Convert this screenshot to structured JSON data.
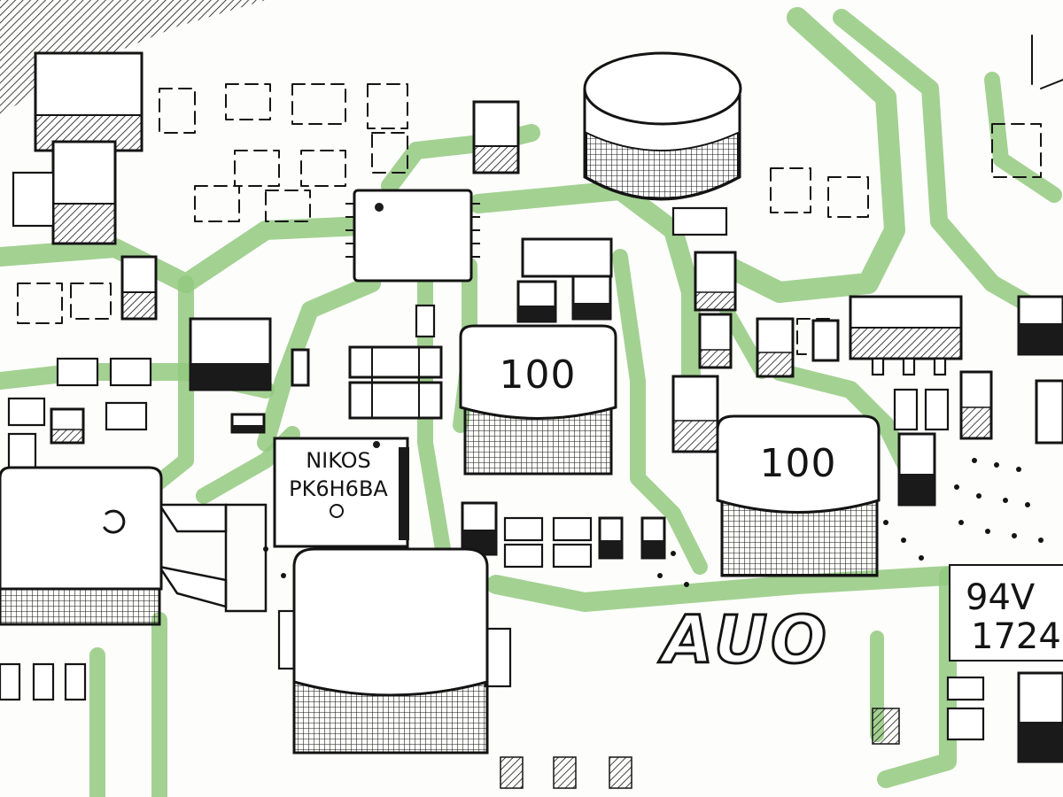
{
  "illustration": {
    "inductor_left_label": "100",
    "inductor_right_label": "100",
    "chip_line_1": "NIKOS",
    "chip_line_2": "PK6H6BA",
    "logo_text": "AUO",
    "rating_line_1": "94V",
    "rating_line_2": "1724"
  },
  "colors": {
    "trace_green": "#93c97f",
    "ink": "#141414",
    "paper": "#fdfdfb"
  }
}
